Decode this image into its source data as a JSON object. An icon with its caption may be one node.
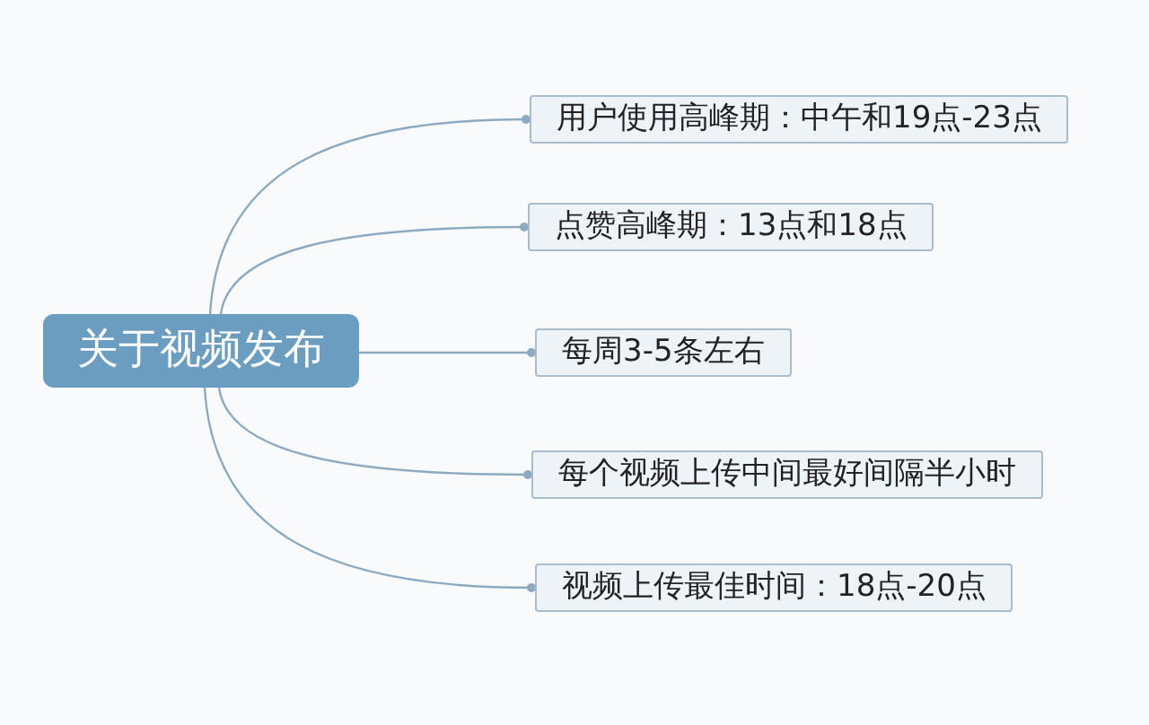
{
  "diagram": {
    "nodes": [
      {
        "text": [
          "关于视频发布"
        ]
      },
      {
        "text": [
          "用户使用高峰期：中午和19点-23点"
        ]
      },
      {
        "text": [
          "点赞高峰期：13点和18点"
        ]
      },
      {
        "text": [
          "每周3-5条左右"
        ]
      },
      {
        "text": [
          "每个视频上传中间最好间隔半小时"
        ]
      },
      {
        "text": [
          "视频上传最佳时间：18点-20点"
        ]
      }
    ],
    "edges": [
      {
        "from": 0,
        "to": 1,
        "arrow": "other"
      },
      {
        "from": 0,
        "to": 2,
        "arrow": "other"
      },
      {
        "from": 0,
        "to": 3,
        "arrow": "other"
      },
      {
        "from": 0,
        "to": 4,
        "arrow": "other"
      },
      {
        "from": 0,
        "to": 5,
        "arrow": "other"
      }
    ]
  }
}
